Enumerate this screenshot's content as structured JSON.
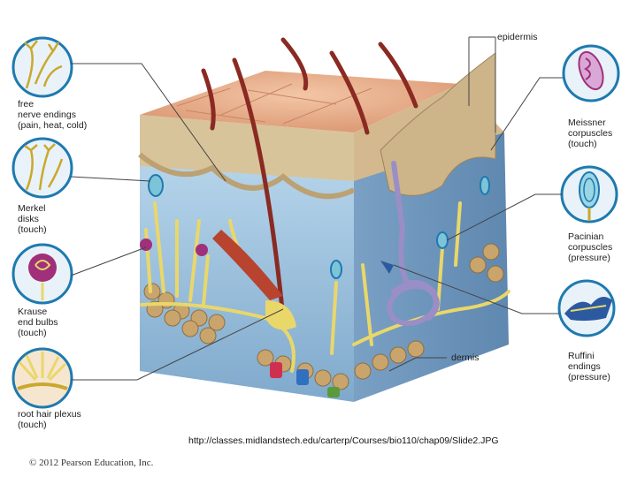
{
  "labels": {
    "free_nerve_endings": "free\nnerve endings\n(pain, heat, cold)",
    "merkel_disks": "Merkel\ndisks\n(touch)",
    "krause_end_bulbs": "Krause\nend bulbs\n(touch)",
    "root_hair_plexus": "root hair plexus\n(touch)",
    "epidermis": "epidermis",
    "meissner_corpuscles": "Meissner\ncorpuscles\n(touch)",
    "pacinian_corpuscles": "Pacinian\ncorpuscles\n(pressure)",
    "ruffini_endings": "Ruffini\nendings\n(pressure)",
    "dermis": "dermis"
  },
  "source_url": "http://classes.midlandstech.edu/carterp/Courses/bio110/chap09/Slide2.JPG",
  "copyright": "© 2012 Pearson Education, Inc.",
  "colors": {
    "skin_surface": "#e9b08e",
    "epidermis_band": "#c9a27f",
    "dermis_blue": "#9cc3e0",
    "nerve_yellow": "#e9d76a",
    "hair": "#8a2a22",
    "sweat_gland": "#9a8ec7",
    "fat_lobules": "#c9a56d",
    "inset_ring": "#1e7ab0"
  }
}
